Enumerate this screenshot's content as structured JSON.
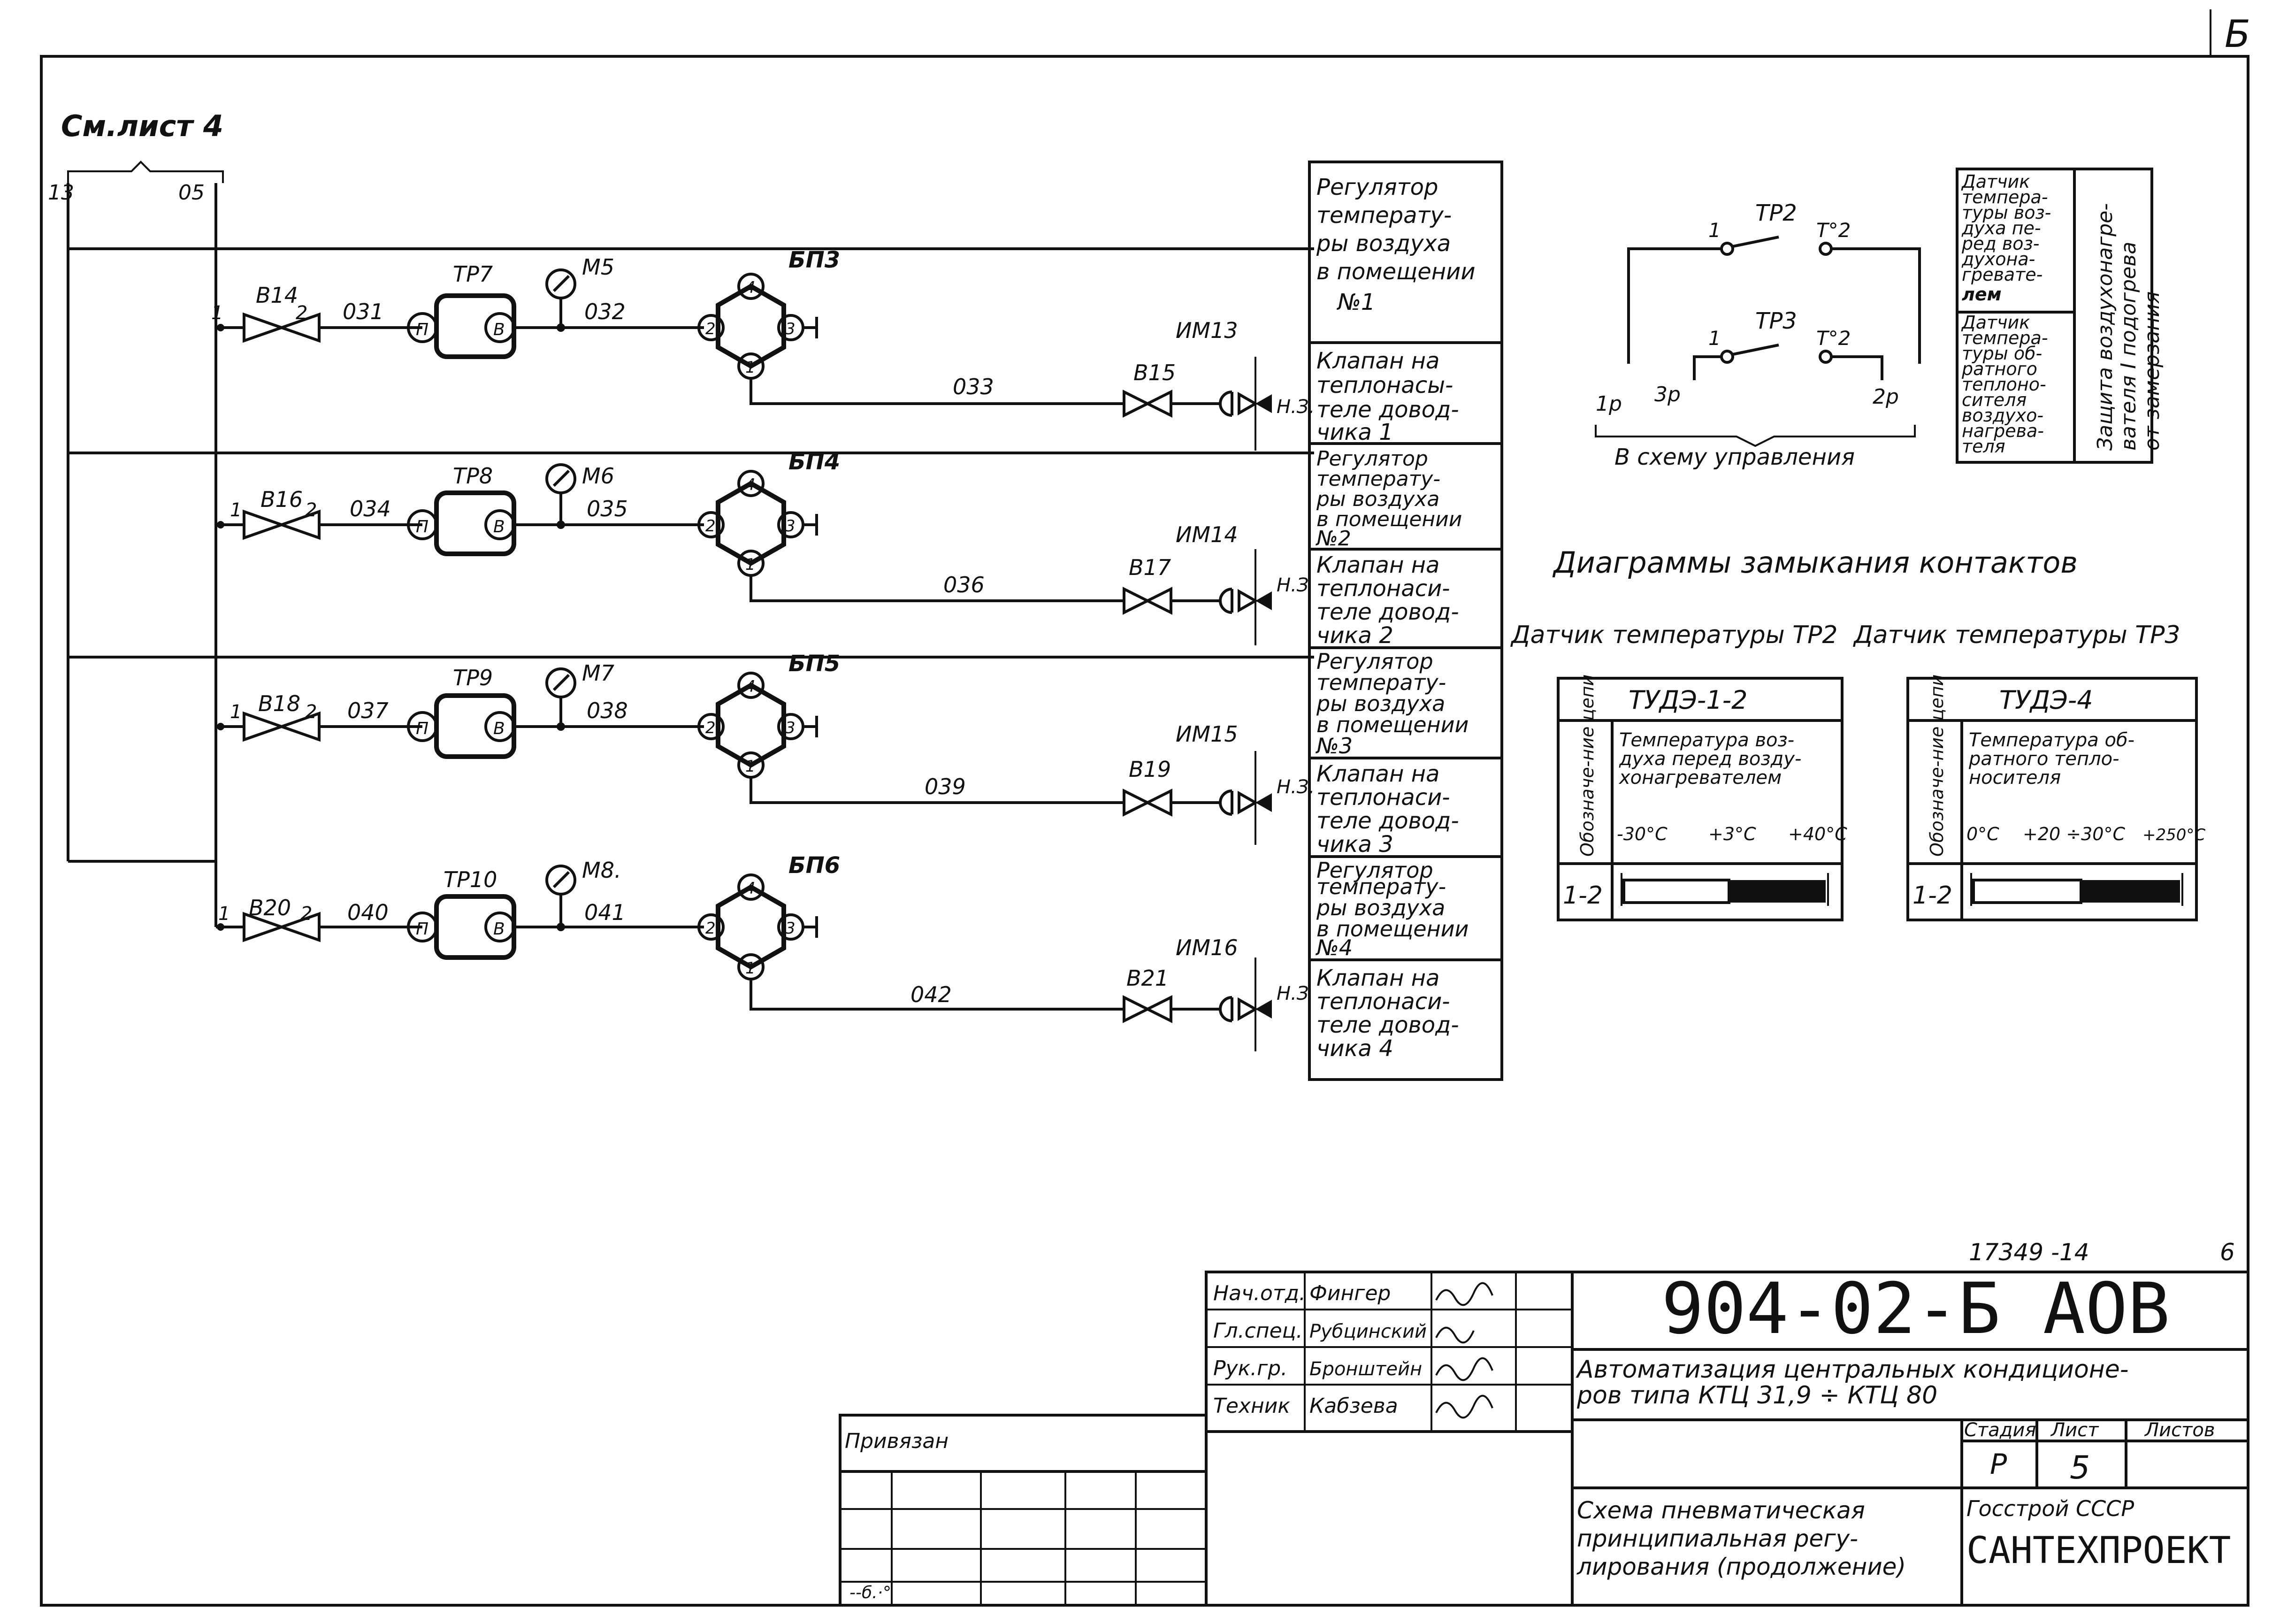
{
  "sheet": {
    "corner_letter": "Б",
    "ref_label": "См.лист 4",
    "bus_left": "13",
    "bus_right": "05"
  },
  "circuits": [
    {
      "valve_in": "В14",
      "pipe_in": "031",
      "sensor": "ТР7",
      "gauge": "М5",
      "pipe_mid": "032",
      "block": "БП3",
      "pipe_out": "033",
      "valve_out": "В15",
      "actuator": "ИМ13",
      "nz": "Н.З.",
      "port1": "1",
      "port2": "2",
      "sensor_p": "П",
      "sensor_v": "В",
      "bp_ports": [
        "4",
        "2",
        "3",
        "1"
      ]
    },
    {
      "valve_in": "В16",
      "pipe_in": "034",
      "sensor": "ТР8",
      "gauge": "М6",
      "pipe_mid": "035",
      "block": "БП4",
      "pipe_out": "036",
      "valve_out": "В17",
      "actuator": "ИМ14",
      "nz": "Н.З",
      "port1": "1",
      "port2": "2",
      "sensor_p": "П",
      "sensor_v": "В",
      "bp_ports": [
        "4",
        "2",
        "3",
        "1"
      ]
    },
    {
      "valve_in": "В18",
      "pipe_in": "037",
      "sensor": "ТР9",
      "gauge": "М7",
      "pipe_mid": "038",
      "block": "БП5",
      "pipe_out": "039",
      "valve_out": "В19",
      "actuator": "ИМ15",
      "nz": "Н.З.",
      "port1": "1",
      "port2": "2",
      "sensor_p": "П",
      "sensor_v": "В",
      "bp_ports": [
        "4",
        "2",
        "3",
        "1"
      ]
    },
    {
      "valve_in": "В20",
      "pipe_in": "040",
      "sensor": "ТР10",
      "gauge": "М8.",
      "pipe_mid": "041",
      "block": "БП6",
      "pipe_out": "042",
      "valve_out": "В21",
      "actuator": "ИМ16",
      "nz": "Н.З",
      "port1": "1",
      "port2": "2",
      "sensor_p": "П",
      "sensor_v": "В",
      "bp_ports": [
        "4",
        "2",
        "3",
        "1"
      ]
    }
  ],
  "side_table": [
    [
      "Регулятор",
      "температу-",
      "ры воздуха",
      "в помещении",
      "№1"
    ],
    [
      "Клапан на",
      "теплонасы-",
      "теле довод-",
      "чика  1"
    ],
    [
      "Регулятор",
      "температу-",
      "ры воздуха",
      "в помещении",
      "№2"
    ],
    [
      "Клапан на",
      "теплонаси-",
      "теле довод-",
      "чика  2"
    ],
    [
      "Регулятор",
      "температу-",
      "ры воздуха",
      "в помещении",
      "№3"
    ],
    [
      "Клапан на",
      "теплонаси-",
      "теле довод-",
      "чика  3"
    ],
    [
      "Регулятор",
      "температу-",
      "ры воздуха",
      "в помещении",
      "№4"
    ],
    [
      "Клапан на",
      "теплонаси-",
      "теле довод-",
      "чика  4"
    ]
  ],
  "contacts": {
    "tp2": "ТР2",
    "tp3": "ТР3",
    "t2a": "Т°2",
    "t2b": "Т°2",
    "c1a": "1",
    "c1b": "1",
    "p1": "1р",
    "p3": "3р",
    "p2": "2р",
    "caption": "В схему управления"
  },
  "legend": {
    "col1": [
      "Датчик",
      "темпера-",
      "туры воз-",
      "духа пе-",
      "ред воз-",
      "духона-",
      "гревате-",
      "лем"
    ],
    "col2": [
      "Датчик",
      "темпера-",
      "туры об-",
      "ратного",
      "теплоно-",
      "сителя",
      "воздухо-",
      "нагрева-",
      "теля"
    ],
    "vertical": [
      "Защита воздухонагре-",
      "вателя I подогрева",
      "от замерзания"
    ]
  },
  "diagrams": {
    "title": "Диаграммы замыкания контактов",
    "sensor_tp2": "Датчик температуры ТР2",
    "sensor_tp3": "Датчик температуры ТР3",
    "box1": {
      "head": "ТУДЭ-1-2",
      "side": "Обозначе-ние цепи",
      "desc": [
        "Температура воз-",
        "духа перед возду-",
        "хонагревателем"
      ],
      "scale": [
        "-30°С",
        "+3°С",
        "+40°С"
      ],
      "row": "1-2",
      "closed_fraction": 0.48
    },
    "box2": {
      "head": "ТУДЭ-4",
      "side": "Обозначе-ние цепи",
      "desc": [
        "Температура об-",
        "ратного тепло-",
        "носителя"
      ],
      "scale": [
        "0°С",
        "+20 ÷30°С",
        "+250°С"
      ],
      "row": "1-2",
      "closed_fraction": 0.48
    }
  },
  "title_block": {
    "doc_no": "17349 -14",
    "sheet_no_top": "6",
    "code": "904-02-Б  АОВ",
    "title": [
      "Автоматизация центральных кондиционе-",
      "ров  типа КТЦ 31,9 ÷ КТЦ 80"
    ],
    "roles": [
      [
        "Нач.отд.",
        "Фингер"
      ],
      [
        "Гл.спец.",
        "Рубцинский"
      ],
      [
        "Рук.гр.",
        "Бронштейн"
      ],
      [
        "Техник",
        "Кабзева"
      ]
    ],
    "stage_h": "Стадия",
    "sheet_h": "Лист",
    "sheets_h": "Листов",
    "stage": "Р",
    "sheet": "5",
    "desc": [
      "Схема пневматическая",
      "принципиальная регу-",
      "лирования (продолжение)"
    ],
    "org1": "Госстрой    СССР",
    "org2": "САНТЕХПРОЕКТ",
    "bound": "Привязан",
    "bottom_mark": "--б.·°"
  }
}
